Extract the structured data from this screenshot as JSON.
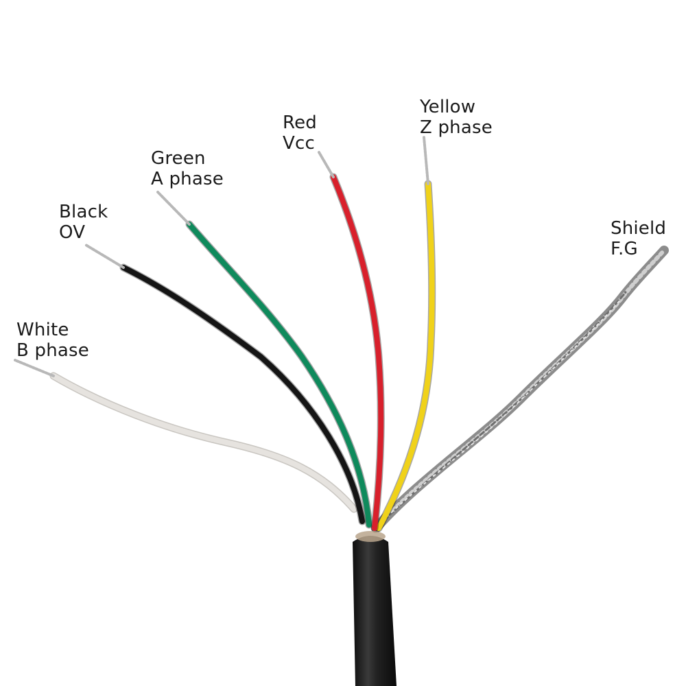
{
  "wires": [
    {
      "key": "white",
      "color_name": "White",
      "function": "B phase",
      "insulation_hex": "#e6e3df"
    },
    {
      "key": "black",
      "color_name": "Black",
      "function": "OV",
      "insulation_hex": "#151515"
    },
    {
      "key": "green",
      "color_name": "Green",
      "function": "A phase",
      "insulation_hex": "#0f8a5c"
    },
    {
      "key": "red",
      "color_name": "Red",
      "function": "Vcc",
      "insulation_hex": "#d8202c"
    },
    {
      "key": "yellow",
      "color_name": "Yellow",
      "function": "Z phase",
      "insulation_hex": "#f0d21a"
    },
    {
      "key": "shield",
      "color_name": "Shield",
      "function": "F.G",
      "insulation_hex": "#9a9a9a"
    }
  ],
  "cable_jacket_hex": "#1b1b1b",
  "conductor_hex": "#b8b8b8"
}
